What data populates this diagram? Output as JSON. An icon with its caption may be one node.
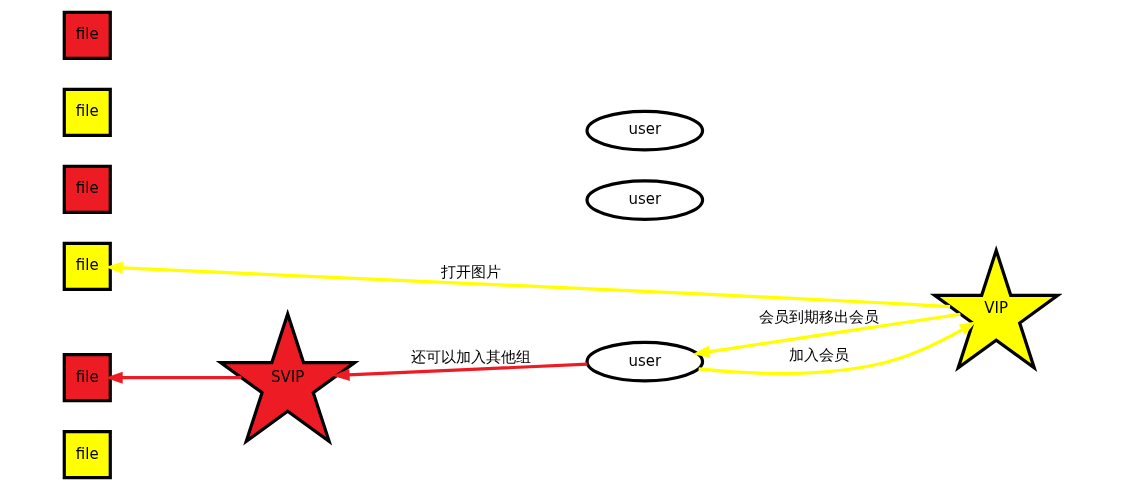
{
  "diagram": {
    "nodes": [
      {
        "text": [
          "file"
        ]
      },
      {
        "text": [
          "file"
        ]
      },
      {
        "text": [
          "file"
        ]
      },
      {
        "text": [
          "file"
        ]
      },
      {
        "text": [
          "file"
        ]
      },
      {
        "text": [
          "file"
        ]
      },
      {
        "text": [
          "user"
        ]
      },
      {
        "text": [
          "VIP"
        ]
      },
      {
        "text": [
          "user"
        ]
      },
      {
        "text": [
          "SVIP"
        ]
      },
      {
        "text": [
          "user"
        ]
      }
    ],
    "edges": [
      {
        "from": 7,
        "to": 1,
        "arrow": "to",
        "label": "打开图片",
        "color": "#ffff00"
      },
      {
        "from": 8,
        "to": 7,
        "arrow": "to",
        "label": "加入会员",
        "color": "#ffff00"
      },
      {
        "from": 7,
        "to": 8,
        "arrow": "to",
        "label": "会员到期移出会员",
        "color": "#ffff00"
      },
      {
        "from": 9,
        "to": 5,
        "arrow": "to",
        "color": "#ed1c24"
      },
      {
        "from": 8,
        "to": 9,
        "arrow": "to",
        "label": "还可以加入其他组",
        "color": "#ed1c24"
      }
    ]
  }
}
